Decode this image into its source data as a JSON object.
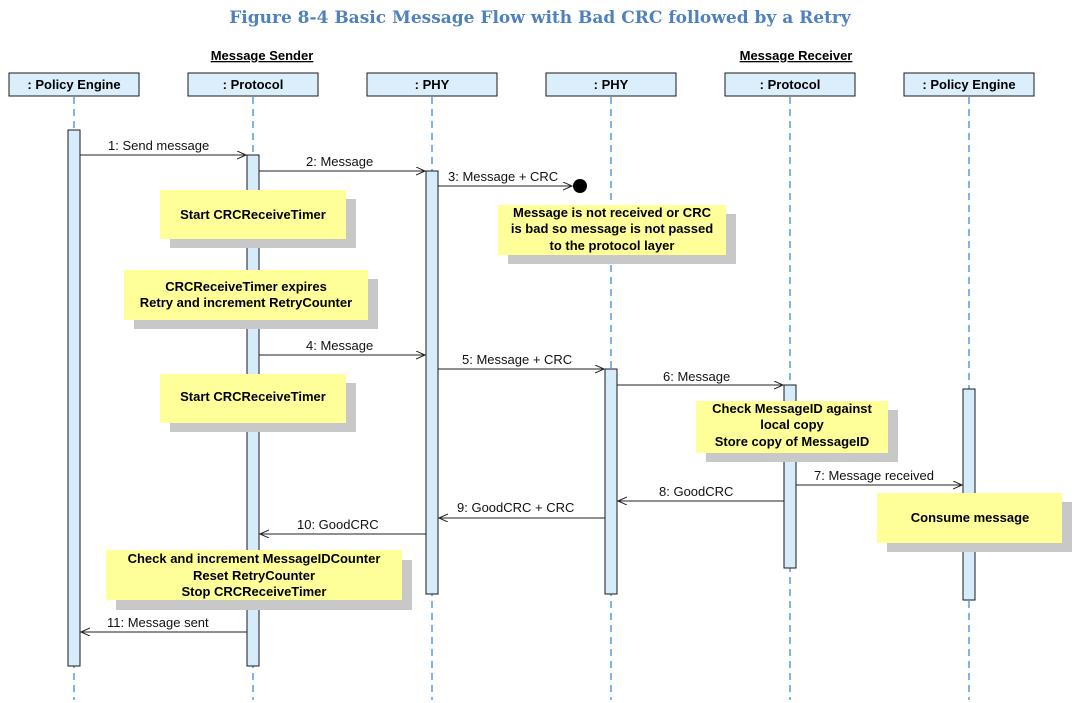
{
  "title": "Figure 8-4 Basic Message Flow with Bad CRC followed by a Retry",
  "groups": {
    "sender": "Message Sender",
    "receiver": "Message Receiver"
  },
  "participants": [
    ": Policy Engine",
    ": Protocol",
    ": PHY",
    ": PHY",
    ": Protocol",
    ": Policy Engine"
  ],
  "messages": [
    "1: Send message",
    "2: Message",
    "3: Message + CRC",
    "4: Message",
    "5: Message + CRC",
    "6: Message",
    "7: Message received",
    "8: GoodCRC",
    "9: GoodCRC + CRC",
    "10: GoodCRC",
    "11: Message sent"
  ],
  "notes": {
    "start_timer_1": [
      "Start CRCReceiveTimer"
    ],
    "not_received": [
      "Message is not received or CRC",
      "is bad so message is not passed",
      "to the protocol layer"
    ],
    "timer_expires": [
      "CRCReceiveTimer expires",
      "Retry and increment RetryCounter"
    ],
    "start_timer_2": [
      "Start CRCReceiveTimer"
    ],
    "check_id": [
      "Check MessageID against",
      "local copy",
      "Store copy of MessageID"
    ],
    "consume": [
      "Consume message"
    ],
    "check_increment": [
      "Check and increment MessageIDCounter",
      "Reset RetryCounter",
      "Stop CRCReceiveTimer"
    ]
  },
  "colors": {
    "title": "#4f81bd",
    "header_fill": "#dbeefb",
    "lifeline": "#7fb4e6",
    "activation_fill": "#d6ecfa",
    "note_fill": "#ffff99",
    "note_shadow": "#c8c8c8"
  }
}
